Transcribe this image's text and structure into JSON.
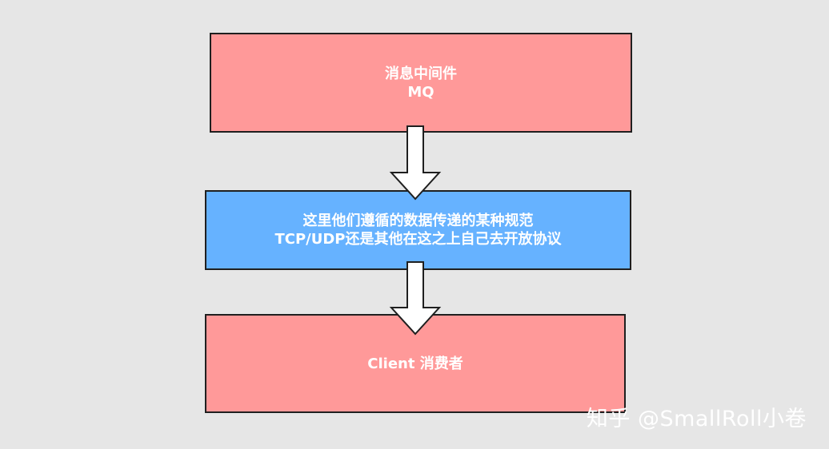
{
  "nodes": {
    "mq": {
      "line1": "消息中间件",
      "line2": "MQ",
      "fill": "#ff9999"
    },
    "protocol": {
      "line1": "这里他们遵循的数据传递的某种规范",
      "line2": "TCP/UDP还是其他在这之上自己去开放协议",
      "fill": "#66b2ff"
    },
    "client": {
      "line1": "Client 消费者",
      "fill": "#ff9999"
    }
  },
  "edges": [
    {
      "from": "mq",
      "to": "protocol"
    },
    {
      "from": "protocol",
      "to": "client"
    }
  ],
  "watermark": "知乎 @SmallRoll小卷",
  "colors": {
    "background": "#e6e6e6",
    "text": "#ffffff",
    "border": "#1f1f1f"
  }
}
